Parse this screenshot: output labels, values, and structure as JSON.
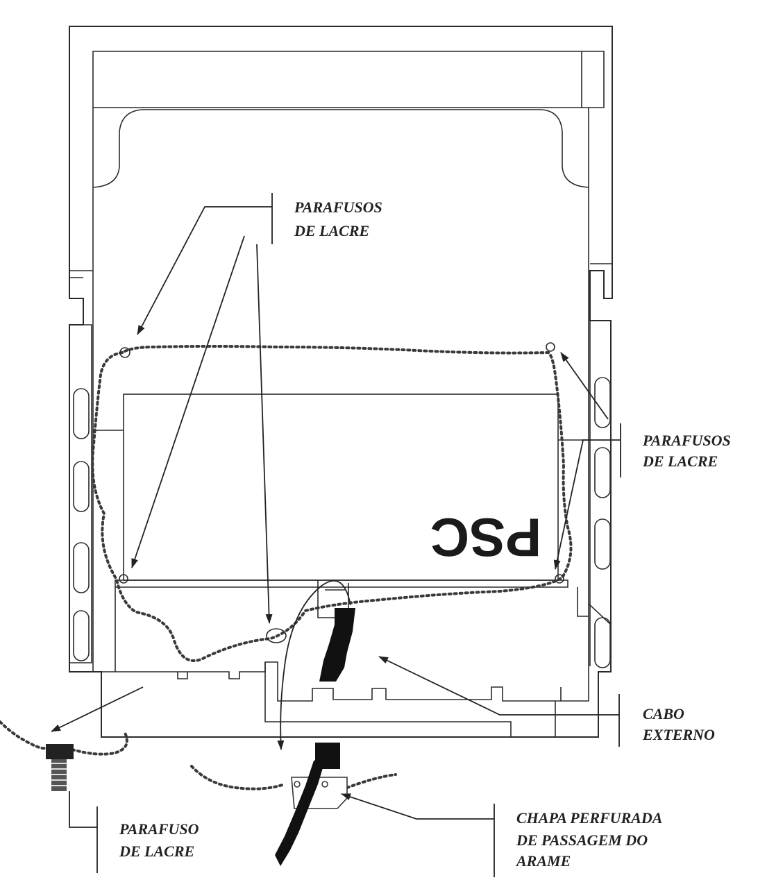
{
  "labels": {
    "top_screws": [
      "PARAFUSOS",
      "DE LACRE"
    ],
    "right_screws": [
      "PARAFUSOS",
      "DE LACRE"
    ],
    "external_cable": [
      "CABO",
      "EXTERNO"
    ],
    "bottom_screw": [
      "PARAFUSO",
      "DE LACRE"
    ],
    "plate": [
      "CHAPA PERFURADA",
      "DE PASSAGEM DO",
      "ARAME"
    ]
  },
  "panel_text": "PSC",
  "colors": {
    "line": "#2a2a2a",
    "text": "#222222",
    "cable": "#111111",
    "background": "#ffffff"
  }
}
